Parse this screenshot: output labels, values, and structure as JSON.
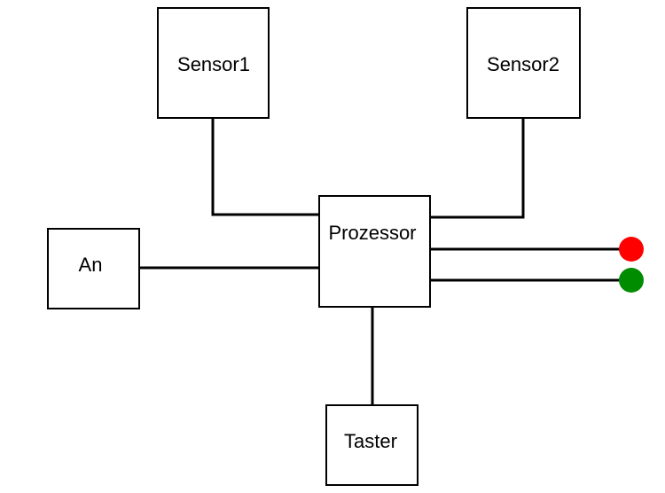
{
  "diagram": {
    "blocks": {
      "sensor1": "Sensor1",
      "sensor2": "Sensor2",
      "processor": "Prozessor",
      "power": "An",
      "button": "Taster"
    },
    "indicators": {
      "red_led_color": "#ff0000",
      "green_led_color": "#008c00"
    }
  }
}
